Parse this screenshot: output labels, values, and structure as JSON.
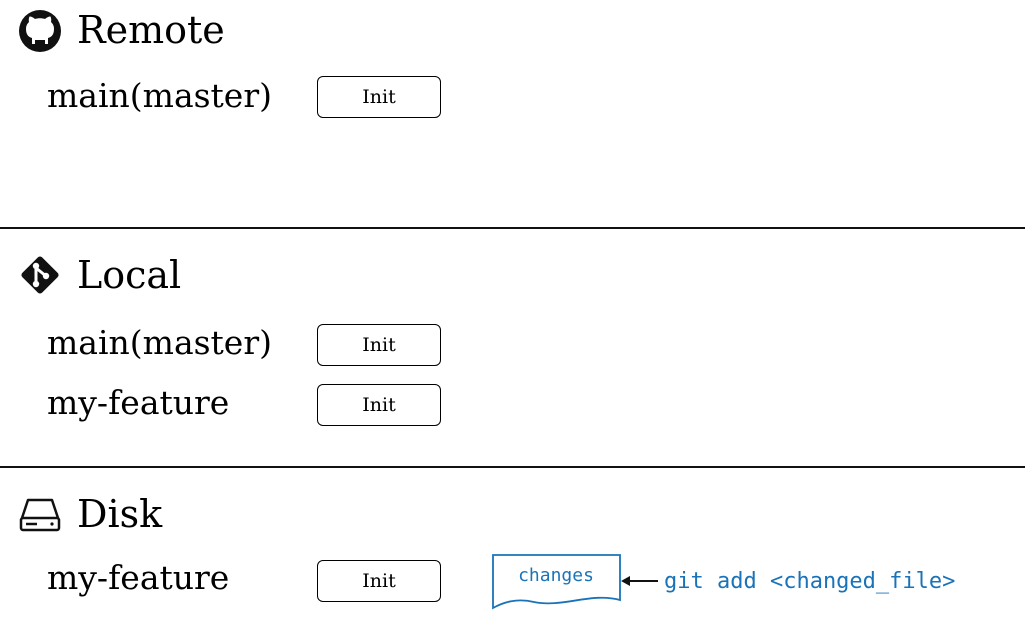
{
  "remote": {
    "title": "Remote",
    "icon": "github-icon",
    "branches": [
      {
        "name": "main(master)",
        "commits": [
          "Init"
        ]
      }
    ]
  },
  "local": {
    "title": "Local",
    "icon": "git-icon",
    "branches": [
      {
        "name": "main(master)",
        "commits": [
          "Init"
        ]
      },
      {
        "name": "my-feature",
        "commits": [
          "Init"
        ]
      }
    ]
  },
  "disk": {
    "title": "Disk",
    "icon": "hard-drive-icon",
    "branches": [
      {
        "name": "my-feature",
        "commits": [
          "Init"
        ]
      }
    ],
    "changes_label": "changes",
    "command": "git add <changed_file>",
    "accent_color": "#1a73b8"
  }
}
